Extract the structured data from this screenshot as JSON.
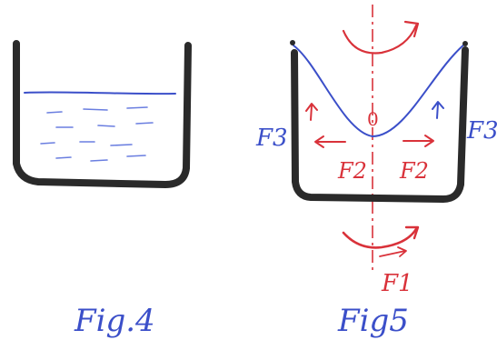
{
  "colors": {
    "ink": "#2a2a2a",
    "blue": "#3b4fc9",
    "red": "#d9323a",
    "paper": "#ffffff"
  },
  "fig4": {
    "caption": "Fig.4"
  },
  "fig5": {
    "caption": "Fig5",
    "axis_label": "0",
    "force_labels": {
      "F3_left": "F3",
      "F3_right": "F3",
      "F2_left": "F2",
      "F2_right": "F2",
      "F1": "F1"
    },
    "rotation_note": "rotation arrows shown above and below the vessel"
  }
}
